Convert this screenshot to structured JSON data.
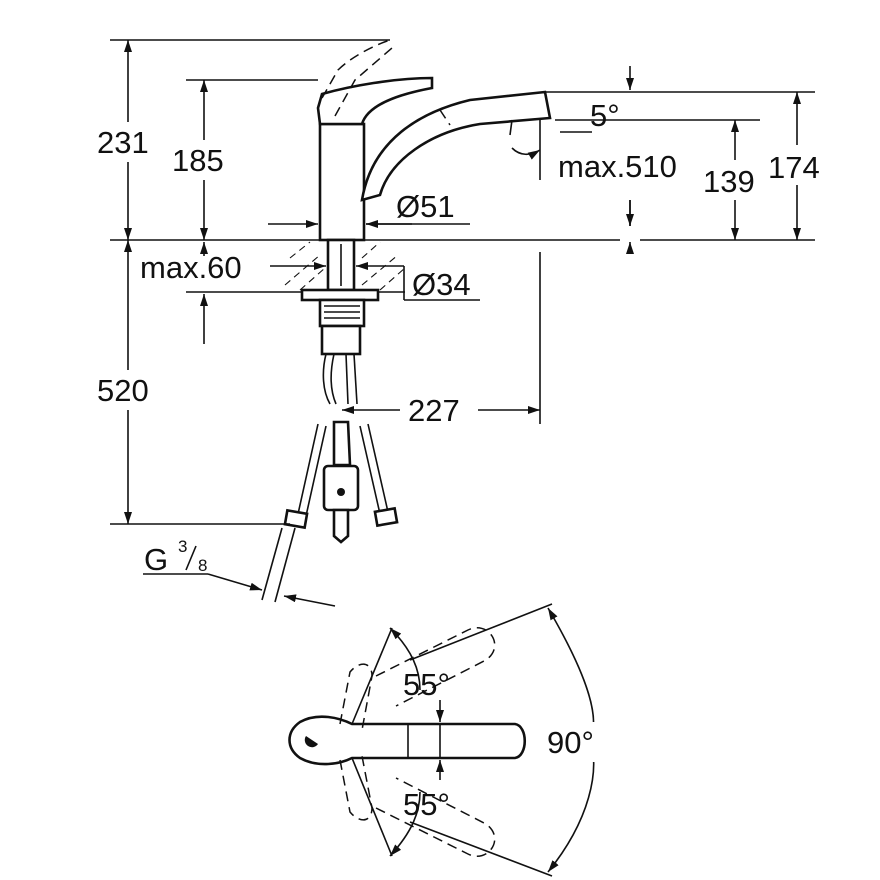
{
  "dimensions": {
    "d231": "231",
    "d185": "185",
    "d5deg": "5°",
    "d510": "max.510",
    "d139": "139",
    "d174": "174",
    "d51": "Ø51",
    "d60": "max.60",
    "d34": "Ø34",
    "d520": "520",
    "d227": "227",
    "thread_g": "G",
    "thread_num": "3",
    "thread_den": "8",
    "angle_left_top": "55°",
    "angle_left_bottom": "55°",
    "angle_right": "90°"
  },
  "colors": {
    "line": "#111111",
    "background": "#ffffff"
  }
}
